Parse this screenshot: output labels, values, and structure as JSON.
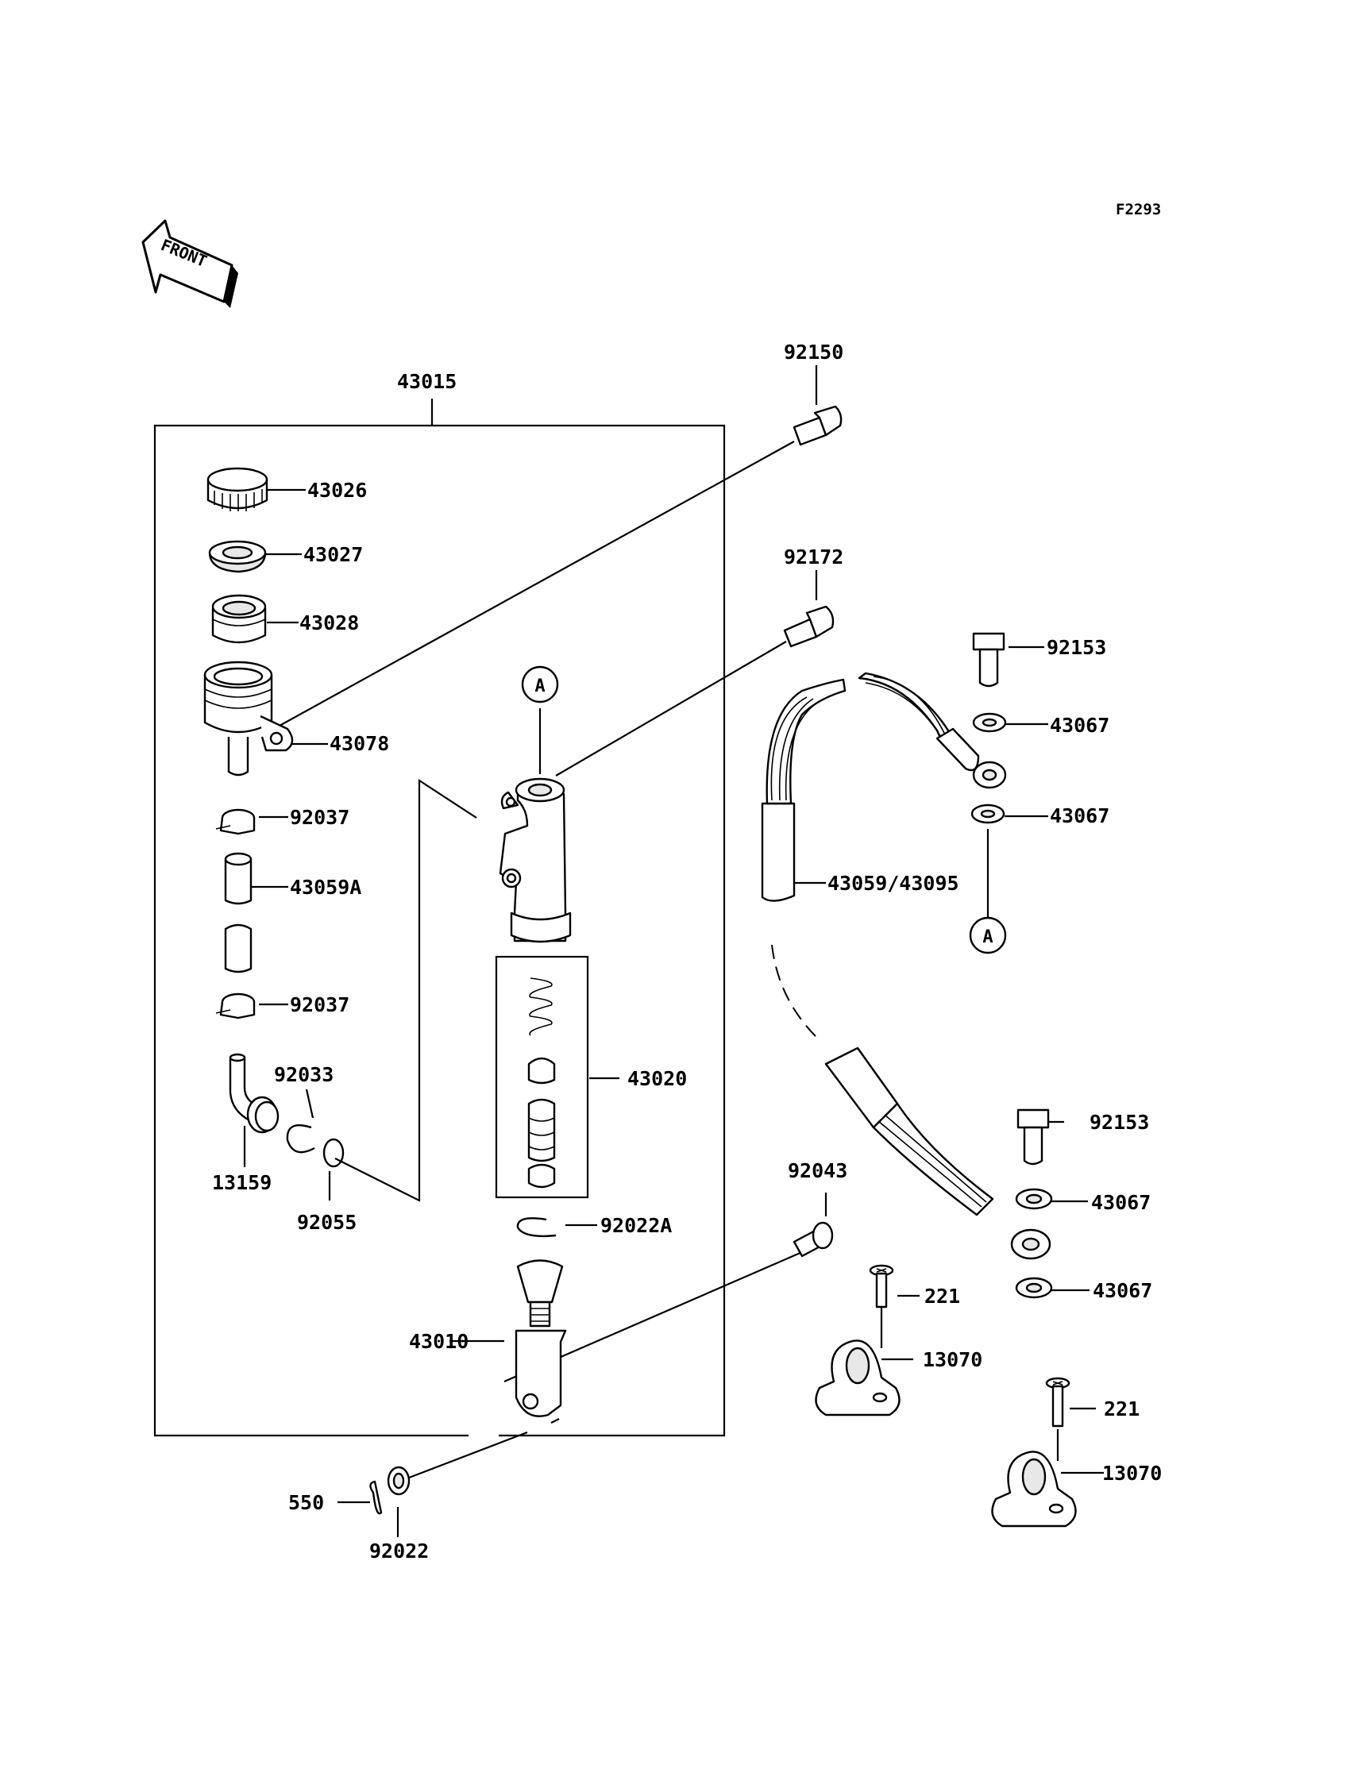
{
  "figure_code": "F2293",
  "front_arrow_label": "FRONT",
  "ref_marker": "A",
  "parts": {
    "p43015": "43015",
    "p92150": "92150",
    "p43026": "43026",
    "p43027": "43027",
    "p43028": "43028",
    "p43078": "43078",
    "p92172": "92172",
    "p92153_top": "92153",
    "p43067_a": "43067",
    "p43067_b": "43067",
    "p92037_a": "92037",
    "p43059a": "43059A",
    "p43059_43095": "43059/43095",
    "p92037_b": "92037",
    "p43020": "43020",
    "p92033": "92033",
    "p13159": "13159",
    "p92055": "92055",
    "p92153_bot": "92153",
    "p43067_c": "43067",
    "p92043": "92043",
    "p92022a": "92022A",
    "p43067_d": "43067",
    "p221_a": "221",
    "p43010": "43010",
    "p13070_a": "13070",
    "p221_b": "221",
    "p13070_b": "13070",
    "p550": "550",
    "p92022": "92022"
  }
}
